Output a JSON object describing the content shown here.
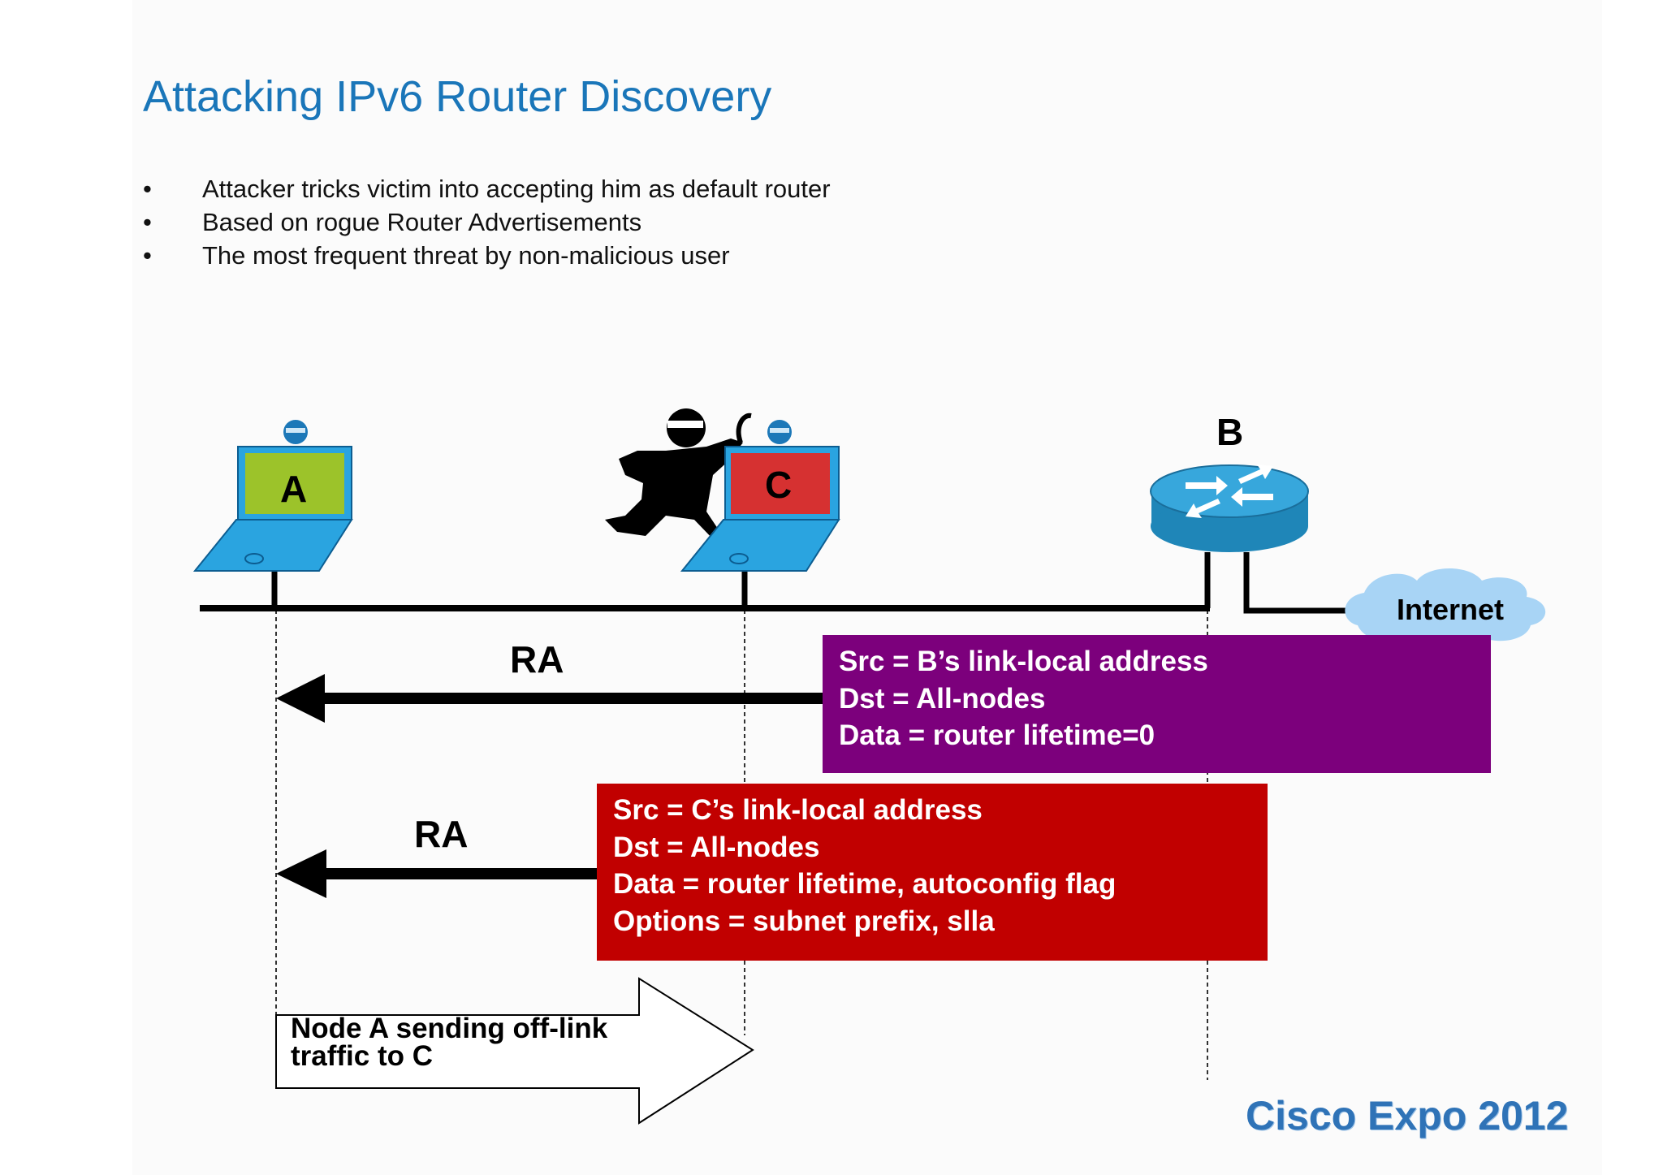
{
  "title": "Attacking IPv6 Router Discovery",
  "bullets": [
    {
      "marker": "•",
      "text": "Attacker tricks victim into accepting him as default router"
    },
    {
      "marker": "•",
      "text": "Based on rogue Router Advertisements"
    },
    {
      "marker": "•",
      "text": "The most frequent threat by non-malicious user"
    }
  ],
  "nodes": {
    "a": {
      "label": "A",
      "screen_color": "#9cc32a"
    },
    "c": {
      "label": "C",
      "screen_color": "#d63131"
    },
    "b": {
      "label": "B"
    },
    "internet": {
      "label": "Internet"
    }
  },
  "ra_labels": [
    "RA",
    "RA"
  ],
  "messages": {
    "b_ra": {
      "color": "#7c007c",
      "lines": [
        "Src = B’s link-local address",
        "Dst = All-nodes",
        "Data = router lifetime=0"
      ]
    },
    "c_ra": {
      "color": "#c10000",
      "lines": [
        "Src = C’s link-local address",
        "Dst = All-nodes",
        "Data = router lifetime, autoconfig flag",
        "Options =  subnet prefix, slla"
      ]
    }
  },
  "traffic_arrow": {
    "lines": [
      "Node A sending off-link",
      "traffic to C"
    ]
  },
  "brand": "Cisco Expo 2012",
  "colors": {
    "title": "#1a76b9",
    "device_blue": "#2aa4e0",
    "router_blue": "#1f86b8",
    "cloud": "#a8d4f5"
  }
}
